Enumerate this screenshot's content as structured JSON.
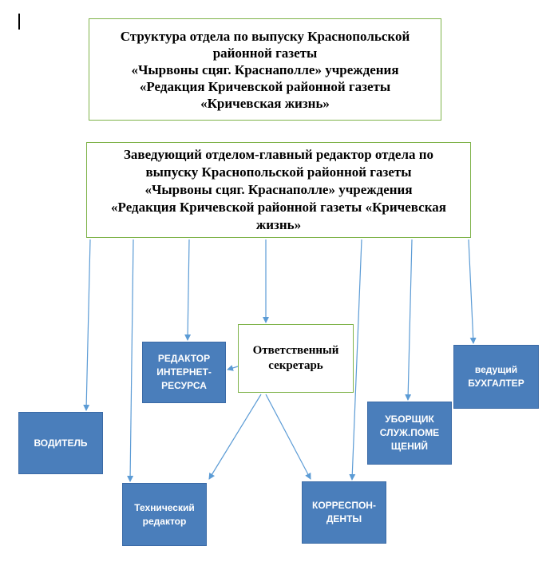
{
  "title": {
    "lines": [
      "Структура отдела по выпуску Краснопольской",
      "районной газеты",
      "«Чырвоны сцяг. Краснаполле» учреждения",
      "«Редакция Кричевской районной газеты",
      "«Кричевская жизнь»"
    ]
  },
  "head": {
    "lines": [
      "Заведующий отделом-главный редактор отдела по",
      "выпуску Краснопольской районной газеты",
      "«Чырвоны сцяг. Краснаполле» учреждения",
      "«Редакция Кричевской районной газеты «Кричевская",
      "жизнь»"
    ]
  },
  "secretary": {
    "line1": "Ответственный",
    "line2": "секретарь"
  },
  "units": {
    "editor_internet": {
      "line1": "РЕДАКТОР",
      "line2": "ИНТЕРНЕТ-",
      "line3": "РЕСУРСА"
    },
    "driver": {
      "line1": "ВОДИТЕЛЬ"
    },
    "tech_editor": {
      "line1": "Технический",
      "line2": "редактор"
    },
    "correspondents": {
      "line1": "КОРРЕСПОН-",
      "line2": "ДЕНТЫ"
    },
    "cleaner": {
      "line1": "УБОРЩИК",
      "line2": "СЛУЖ.ПОМЕ",
      "line3": "ЩЕНИЙ"
    },
    "accountant": {
      "line1": "ведущий",
      "line2": "БУХГАЛТЕР"
    }
  },
  "colors": {
    "box_fill": "#4a7ebb",
    "border_green": "#7fb34a",
    "arrow": "#5b9bd5"
  }
}
